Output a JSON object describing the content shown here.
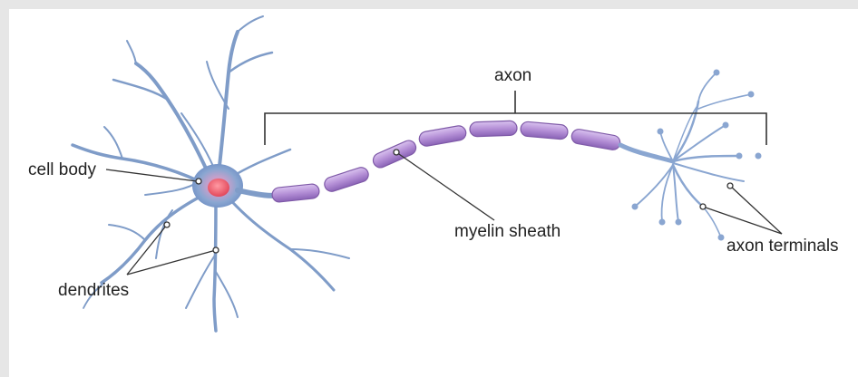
{
  "labels": {
    "axon": "axon",
    "cell_body": "cell body",
    "myelin_sheath": "myelin sheath",
    "axon_terminals": "axon terminals",
    "dendrites": "dendrites"
  },
  "colors": {
    "dendrite": "#8aa3c8",
    "dendrite_dark": "#4f6ea3",
    "nucleus": "#e2475a",
    "myelin": "#b48fd6",
    "myelin_dark": "#7f5aa8",
    "leader": "#333333"
  }
}
